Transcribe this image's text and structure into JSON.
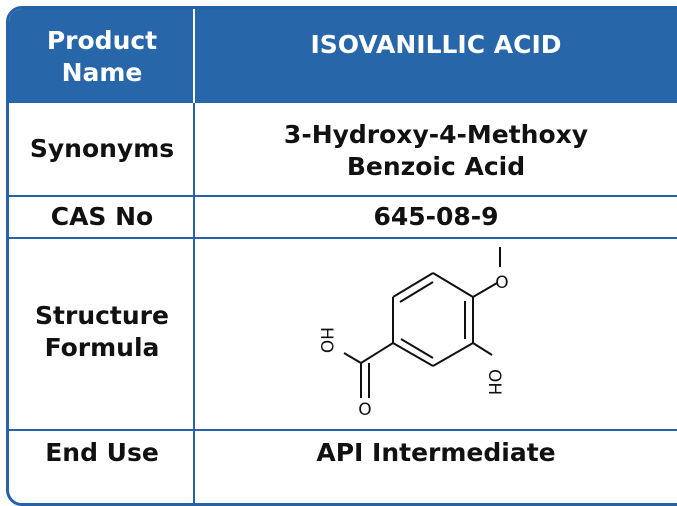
{
  "header": {
    "label_line1": "Product",
    "label_line2": "Name",
    "value": "ISOVANILLIC ACID"
  },
  "rows": {
    "synonyms": {
      "label": "Synonyms",
      "value_line1": "3-Hydroxy-4-Methoxy",
      "value_line2": "Benzoic Acid"
    },
    "cas": {
      "label": "CAS No",
      "value": "645-08-9"
    },
    "structure": {
      "label_line1": "Structure",
      "label_line2": "Formula",
      "atoms": {
        "methoxy_o": "O",
        "hydroxy": "OH",
        "acid_oh": "HO",
        "acid_o": "O"
      }
    },
    "end_use": {
      "label": "End Use",
      "value": "API Intermediate"
    }
  },
  "colors": {
    "header_bg": "#2866aa",
    "border": "#2562a8",
    "text": "#111111",
    "header_text": "#ffffff"
  }
}
